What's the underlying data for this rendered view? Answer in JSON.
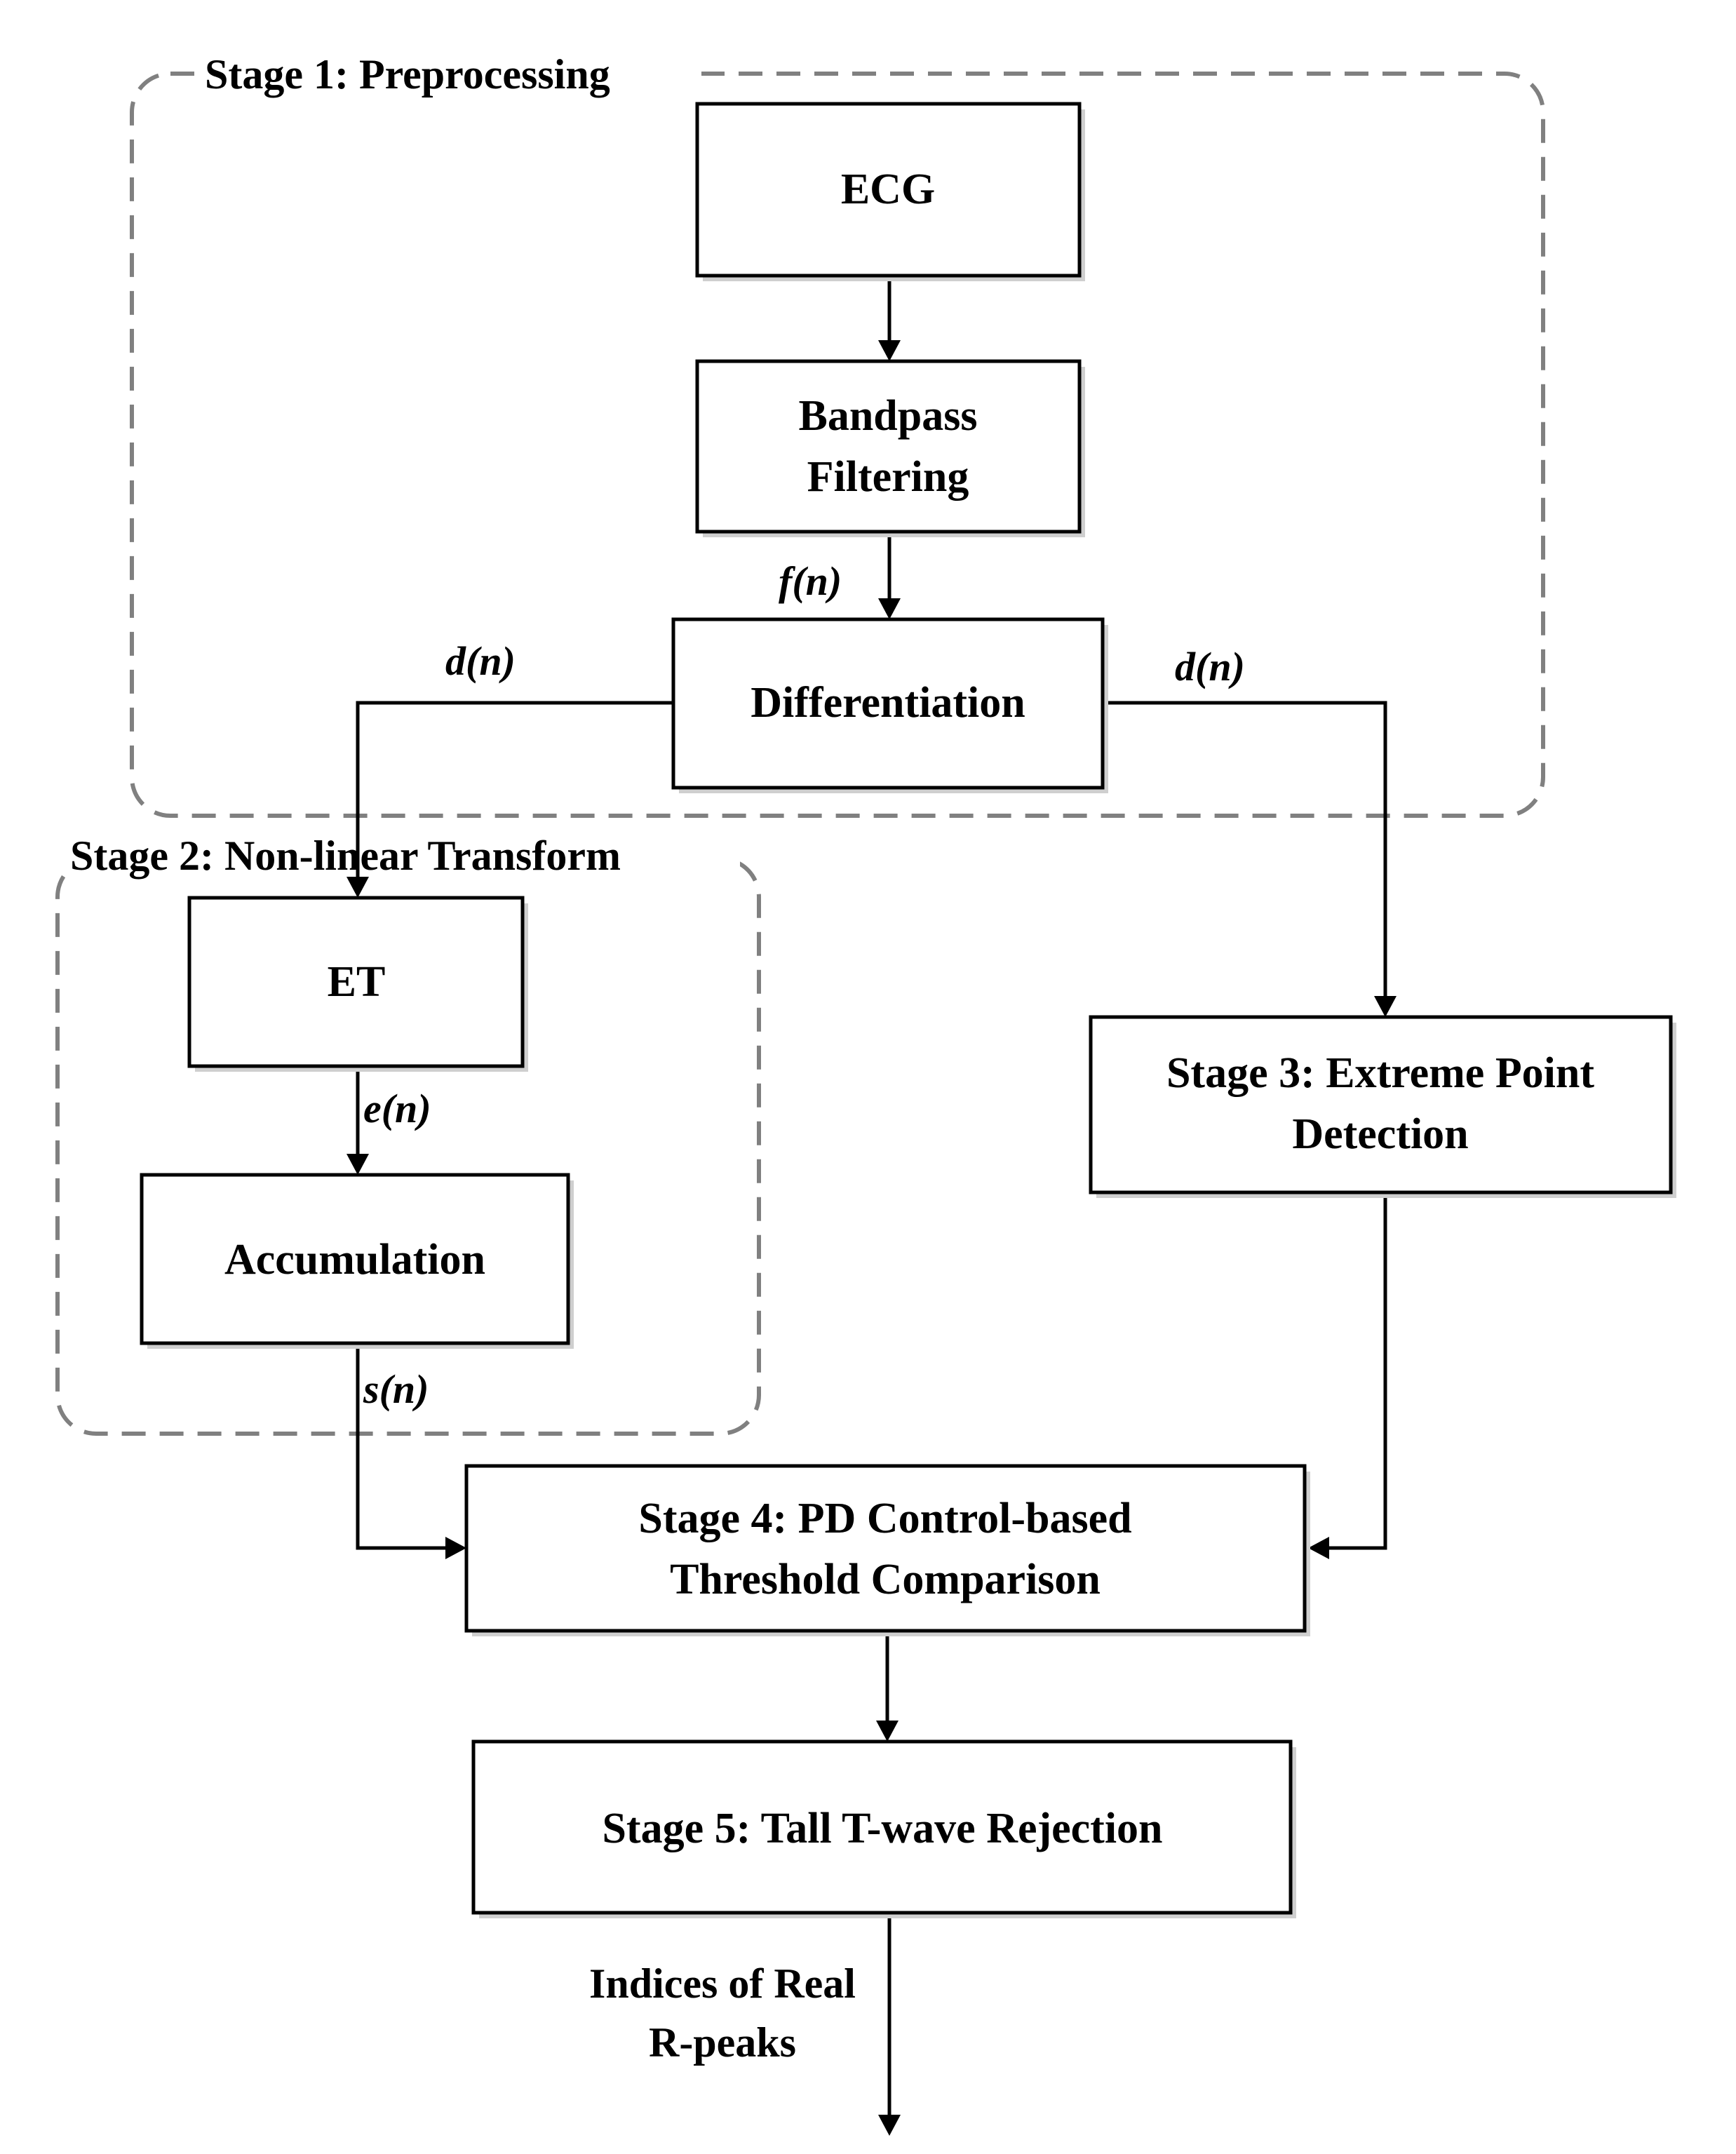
{
  "stages": {
    "stage1": "Stage 1:  Preprocessing",
    "stage2": "Stage 2:  Non-linear Transform"
  },
  "nodes": {
    "ecg": [
      "ECG"
    ],
    "bandpass": [
      "Bandpass",
      "Filtering"
    ],
    "differentiation": [
      "Differentiation"
    ],
    "et": [
      "ET"
    ],
    "accumulation": [
      "Accumulation"
    ],
    "stage3": [
      "Stage 3: Extreme Point",
      "Detection"
    ],
    "stage4": [
      "Stage 4:  PD Control-based",
      "Threshold Comparison"
    ],
    "stage5": [
      "Stage 5:  Tall T-wave Rejection"
    ]
  },
  "signals": {
    "f": "f(n)",
    "d_left": "d(n)",
    "d_right": "d(n)",
    "e": "e(n)",
    "s": "s(n)"
  },
  "output": [
    "Indices of Real",
    "R-peaks"
  ]
}
